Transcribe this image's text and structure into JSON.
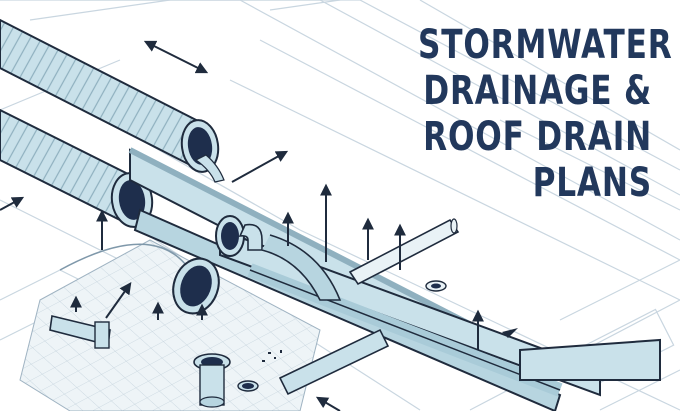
{
  "title": {
    "line1": "STORMWATER",
    "line2": "DRAINAGE &",
    "line3": "ROOF DRAIN",
    "line4": "PLANS"
  },
  "colors": {
    "title": "#22385c",
    "ink": "#1f2b3d",
    "pipe_fill": "#c9e1ea",
    "pipe_shade": "#a9cbd8",
    "pipe_opening": "#1e2e4c",
    "blueprint_lines": "#c9d6e0",
    "background": "#ffffff"
  },
  "icons": [
    "arrow-icon",
    "drain-inlet-icon",
    "manhole-icon"
  ]
}
